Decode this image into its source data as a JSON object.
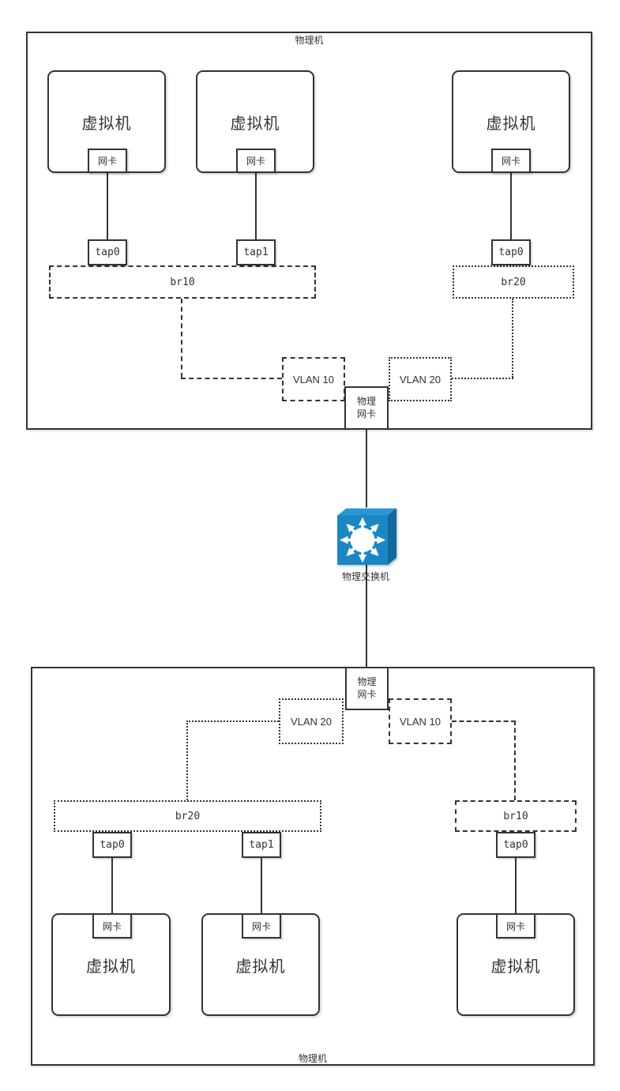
{
  "top_host": {
    "label": "物理机",
    "vms": [
      {
        "label": "虚拟机",
        "nic": "网卡"
      },
      {
        "label": "虚拟机",
        "nic": "网卡"
      },
      {
        "label": "虚拟机",
        "nic": "网卡"
      }
    ],
    "taps": [
      "tap0",
      "tap1",
      "tap0"
    ],
    "bridge_left": "br10",
    "bridge_right": "br20",
    "vlan_left": "VLAN 10",
    "vlan_right": "VLAN 20",
    "pnic": "物理网卡"
  },
  "switch_node": {
    "label": "物理交换机"
  },
  "bottom_host": {
    "label": "物理机",
    "pnic": "物理网卡",
    "vlan_left": "VLAN 20",
    "vlan_right": "VLAN 10",
    "bridge_left": "br20",
    "bridge_right": "br10",
    "taps": [
      "tap0",
      "tap1",
      "tap0"
    ],
    "vms": [
      {
        "label": "虚拟机",
        "nic": "网卡"
      },
      {
        "label": "虚拟机",
        "nic": "网卡"
      },
      {
        "label": "虚拟机",
        "nic": "网卡"
      }
    ]
  },
  "colors": {
    "line": "#333333",
    "text": "#333333",
    "switch_front": "#1a87c3",
    "switch_top": "#2a96d2",
    "switch_side": "#0e6ba1",
    "switch_glyph": "#ffffff"
  }
}
